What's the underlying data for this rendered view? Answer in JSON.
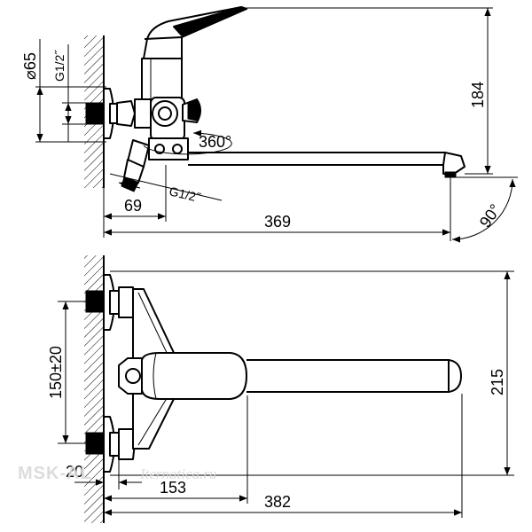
{
  "top_view": {
    "diameter_label": "⌀65",
    "thread_wall_label": "G1/2˝",
    "rotation_label": "360°",
    "thread_inlet_label": "G1/2˝",
    "offset_label": "69",
    "spout_length_label": "369",
    "height_label": "184",
    "angle_label": "90°"
  },
  "front_view": {
    "spacing_label": "150±20",
    "wall_offset_label": "20",
    "handle_length_label": "153",
    "total_length_label": "382",
    "height_label": "215"
  },
  "watermark": {
    "brand": "MSK-AL",
    "script": "Iternatica.ru"
  }
}
